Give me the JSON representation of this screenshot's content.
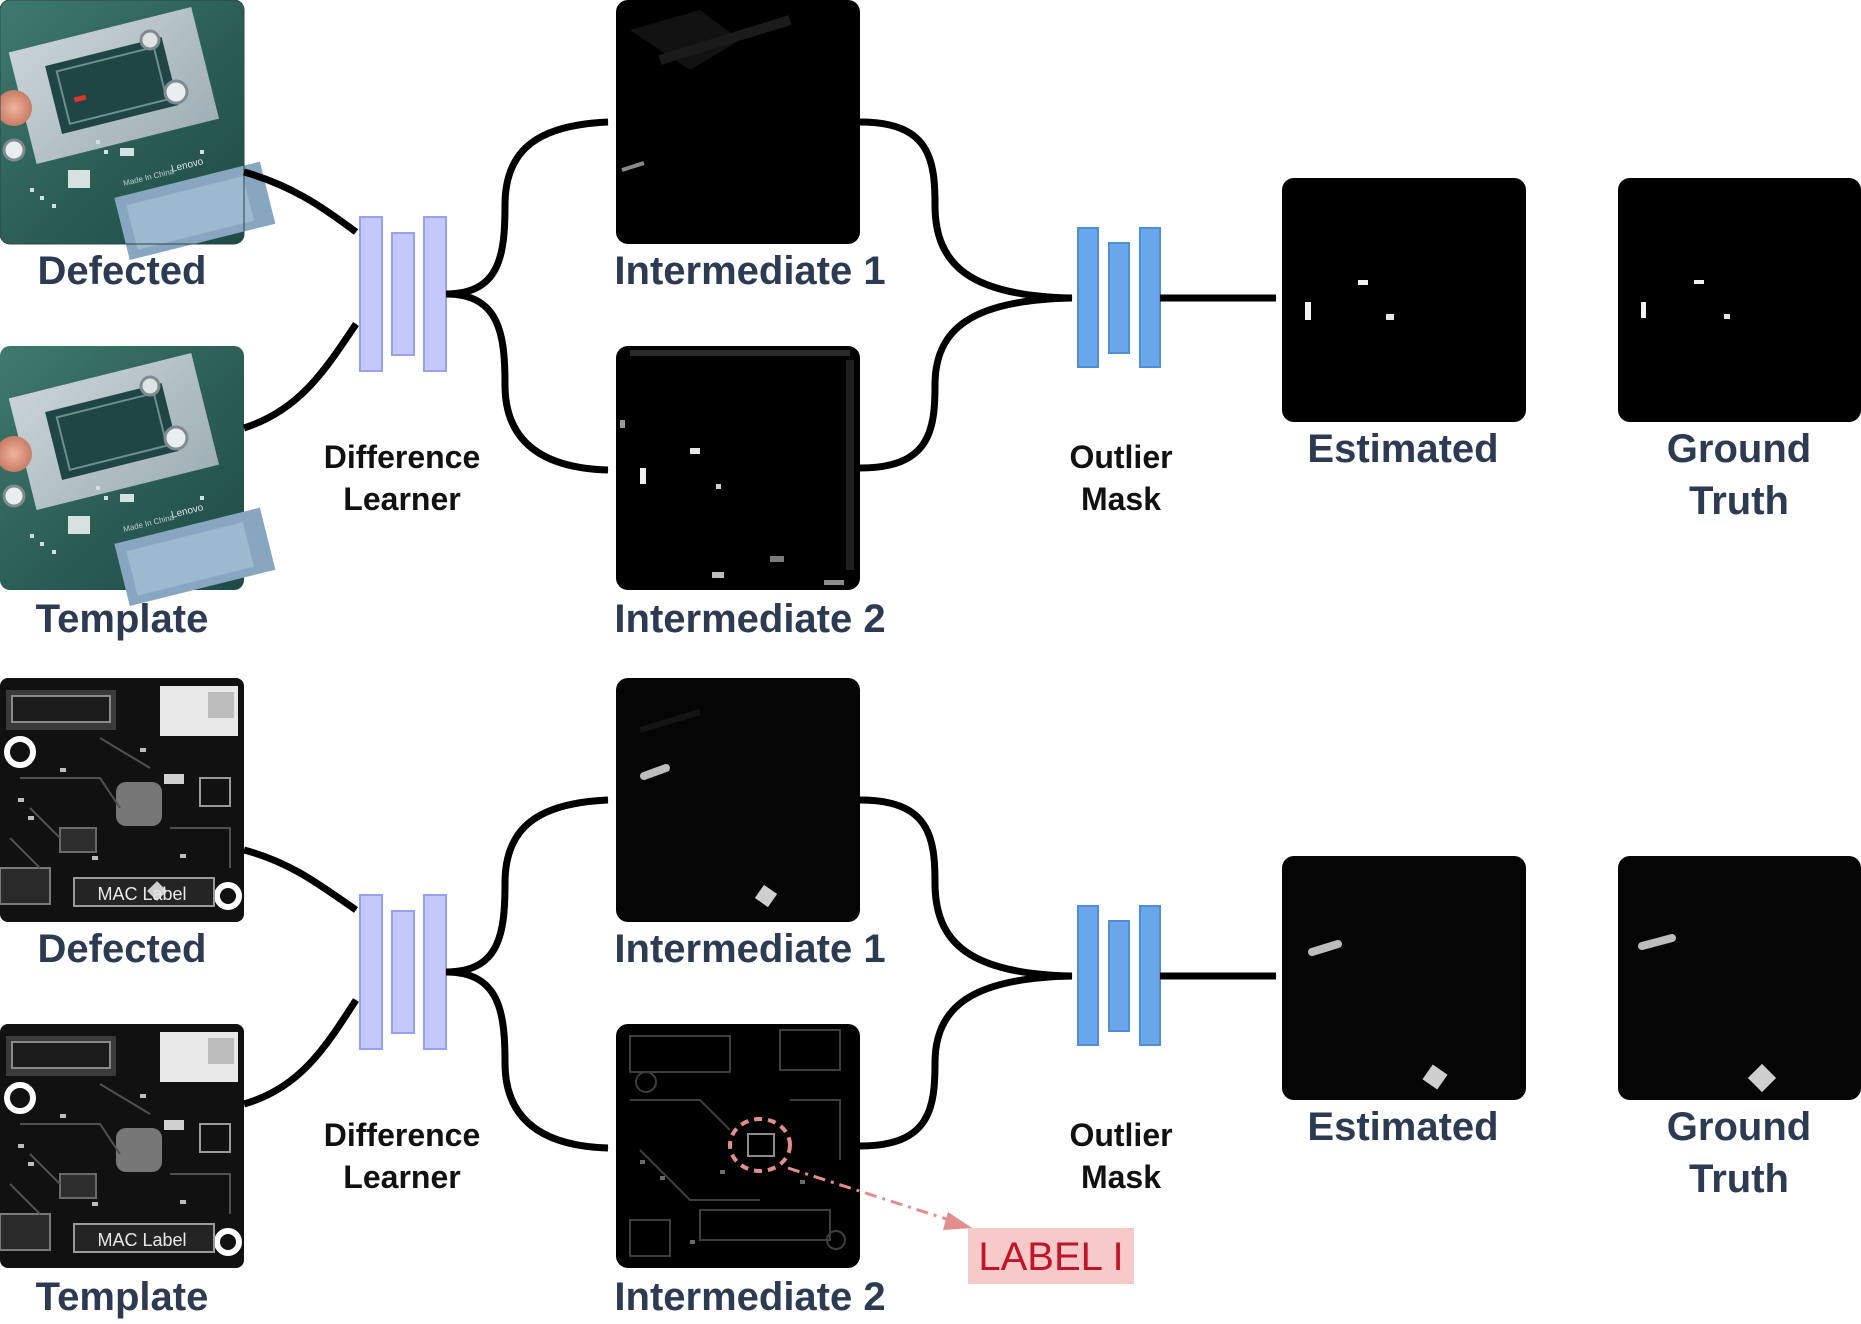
{
  "colors": {
    "caption": "#2c3a52",
    "difference_learner": "#c4c8fb",
    "outlier_mask": "#6aa6ea",
    "callout_fill": "#f7c9c9",
    "callout_text": "#c0142a",
    "callout_line": "#e38d8d"
  },
  "rows": [
    {
      "defected_label": "Defected",
      "template_label": "Template",
      "learner_label_1": "Difference",
      "learner_label_2": "Learner",
      "intermediate1_label": "Intermediate 1",
      "intermediate2_label": "Intermediate 2",
      "mask_label_1": "Outlier",
      "mask_label_2": "Mask",
      "estimated_label": "Estimated",
      "ground_truth_label_1": "Ground",
      "ground_truth_label_2": "Truth"
    },
    {
      "defected_label": "Defected",
      "template_label": "Template",
      "learner_label_1": "Difference",
      "learner_label_2": "Learner",
      "intermediate1_label": "Intermediate 1",
      "intermediate2_label": "Intermediate 2",
      "mask_label_1": "Outlier",
      "mask_label_2": "Mask",
      "estimated_label": "Estimated",
      "ground_truth_label_1": "Ground",
      "ground_truth_label_2": "Truth"
    }
  ],
  "board_text": {
    "lenovo": "Lenovo",
    "made_in_china": "Made In China",
    "mac_label": "MAC Label"
  },
  "callout": {
    "text": "LABEL I"
  }
}
